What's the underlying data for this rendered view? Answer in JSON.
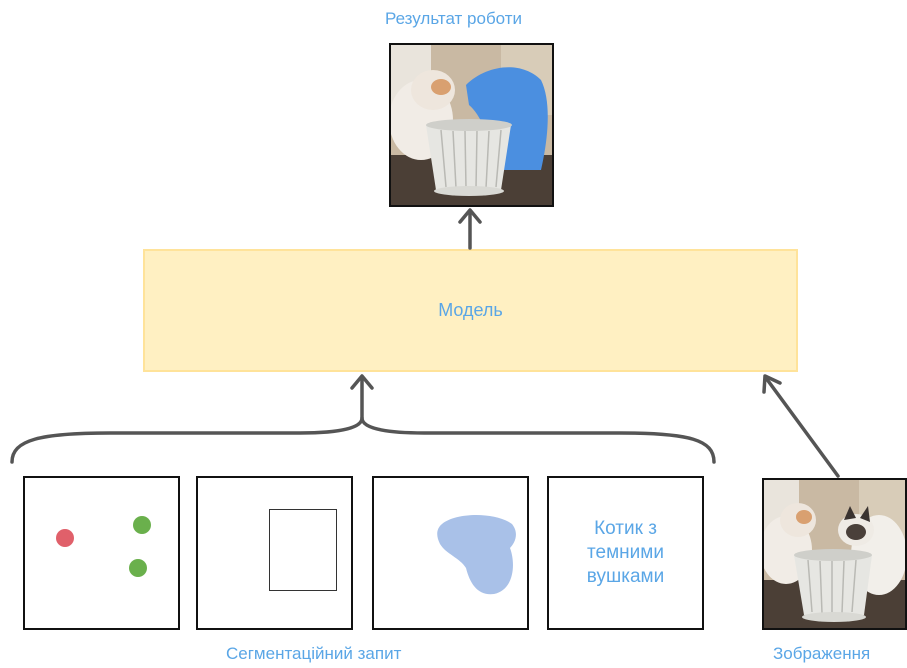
{
  "labels": {
    "result": "Результат роботи",
    "model": "Модель",
    "prompt": "Сегментаційний запит",
    "image": "Зображення"
  },
  "prompts": {
    "text": "Котик з\nтемними\nвушками"
  },
  "colors": {
    "label_blue": "#5aa6e6",
    "model_fill": "#fff0c2",
    "model_border": "#ffe39a",
    "negative_point": "#e0606a",
    "positive_point": "#6ab04c",
    "mask_fill": "#a9c1e8",
    "arrow": "#555555",
    "segmentation_overlay": "#4b8fe0"
  },
  "icons": [
    "up-arrow-icon",
    "curly-brace-icon",
    "point-icon",
    "rectangle-icon",
    "mask-icon"
  ]
}
